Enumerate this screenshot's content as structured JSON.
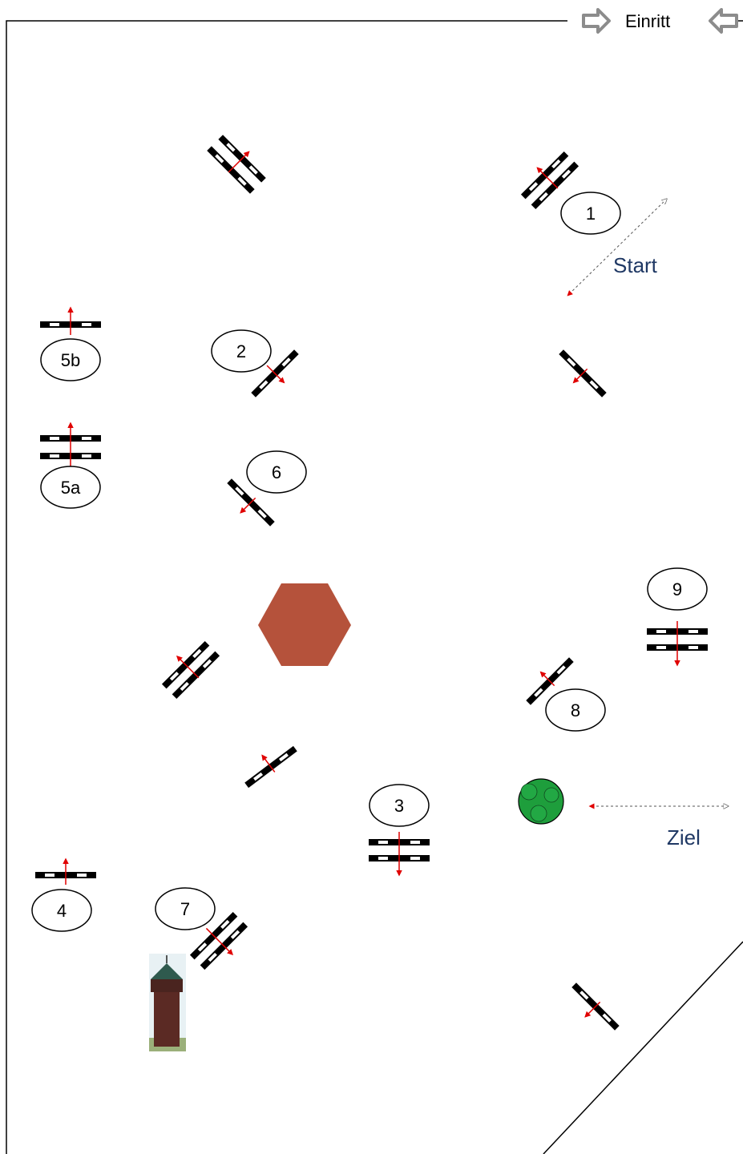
{
  "entrance": {
    "label": "Einritt"
  },
  "start_label": "Start",
  "finish_label": "Ziel",
  "obstacle_numbers": {
    "o1": "1",
    "o2": "2",
    "o3": "3",
    "o4": "4",
    "o5a": "5a",
    "o5b": "5b",
    "o6": "6",
    "o7": "7",
    "o8": "8",
    "o9": "9"
  },
  "colors": {
    "arena_line": "#000000",
    "arrow": "#e00000",
    "label_text": "#1f3864",
    "hexagon": "#b5523b",
    "tree": "#1e9e3c",
    "entrance_arrow": "#8c8c8c"
  }
}
